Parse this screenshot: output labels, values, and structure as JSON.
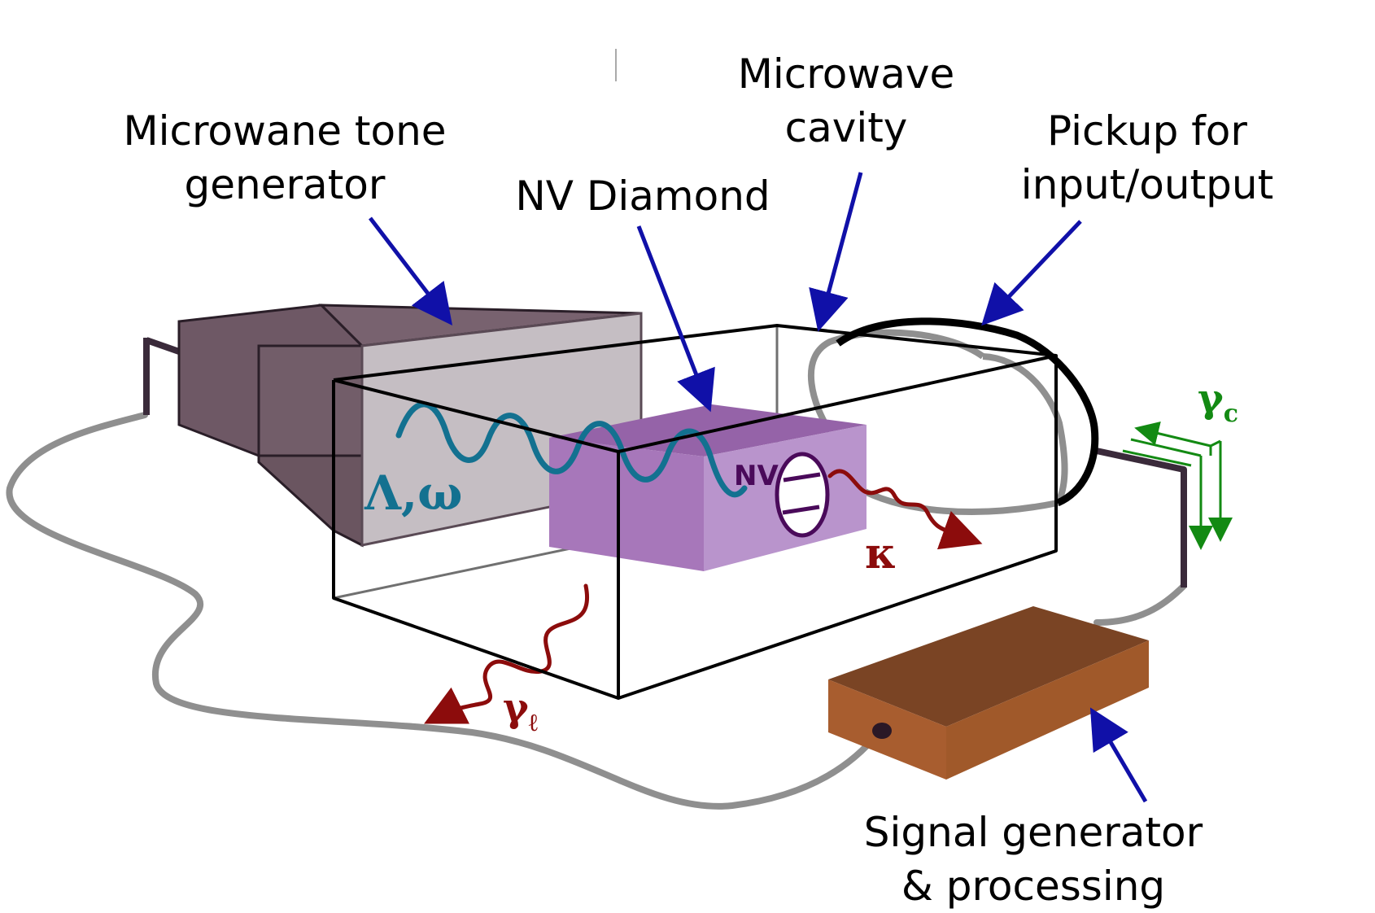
{
  "labels": {
    "tone_generator": [
      "Microwane tone",
      "generator"
    ],
    "microwave_cavity": [
      "Microwave",
      "cavity"
    ],
    "nv_diamond": "NV Diamond",
    "pickup": [
      "Pickup for",
      "input/output"
    ],
    "signal_generator": [
      "Signal generator",
      "& processing"
    ]
  },
  "symbols": {
    "drive": "Λ,ω",
    "nv": "NV",
    "kappa": "κ",
    "gamma_l": "γ",
    "gamma_l_sub": "ℓ",
    "gamma_c": "γ",
    "gamma_c_sub": "c"
  },
  "colors": {
    "annotation_arrow": "#1010a8",
    "drive_wave": "#137190",
    "loss_wave": "#8c0c0c",
    "coupling_arrow": "#138a13",
    "diamond_front": "#a777ba",
    "diamond_top": "#9563a8",
    "diamond_side": "#b994cc",
    "horn": "#76626f",
    "processor": "#a85d2f",
    "cable": "#8f8f8f"
  }
}
